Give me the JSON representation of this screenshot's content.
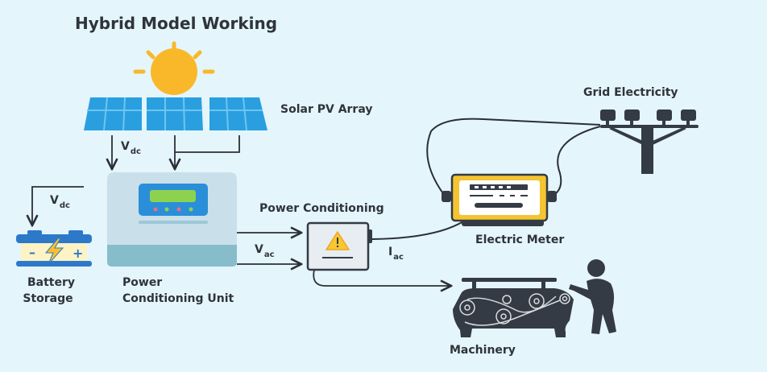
{
  "title": "Hybrid Model Working",
  "labels": {
    "solar": "Solar PV Array",
    "grid": "Grid Electricity",
    "battery_line1": "Battery",
    "battery_line2": "Storage",
    "pcu_line1": "Power",
    "pcu_line2": "Conditioning Unit",
    "power_conditioning": "Power Conditioning",
    "meter": "Electric Meter",
    "machinery": "Machinery"
  },
  "signals": {
    "vdc_panel": {
      "main": "V",
      "sub": "dc"
    },
    "vdc_battery": {
      "main": "V",
      "sub": "dc"
    },
    "vac": {
      "main": "V",
      "sub": "ac"
    },
    "iac": {
      "main": "I",
      "sub": "ac"
    }
  },
  "colors": {
    "background": "#e4f5fb",
    "panel": "#2a9fe0",
    "sun": "#f9b82a",
    "dark": "#343b45",
    "pcu_body": "#c9e0ea",
    "pcu_base": "#87bccb",
    "display_frame": "#2a8fd8",
    "display_screen": "#8cd24f",
    "battery_blue": "#2d79c9",
    "battery_fill": "#fdf3c4",
    "meter_yellow": "#f4c431",
    "warning": "#f7c830"
  },
  "pcu_leds": [
    "#ec6a86",
    "#8cd24f",
    "#ec6a86",
    "#8cd24f"
  ]
}
